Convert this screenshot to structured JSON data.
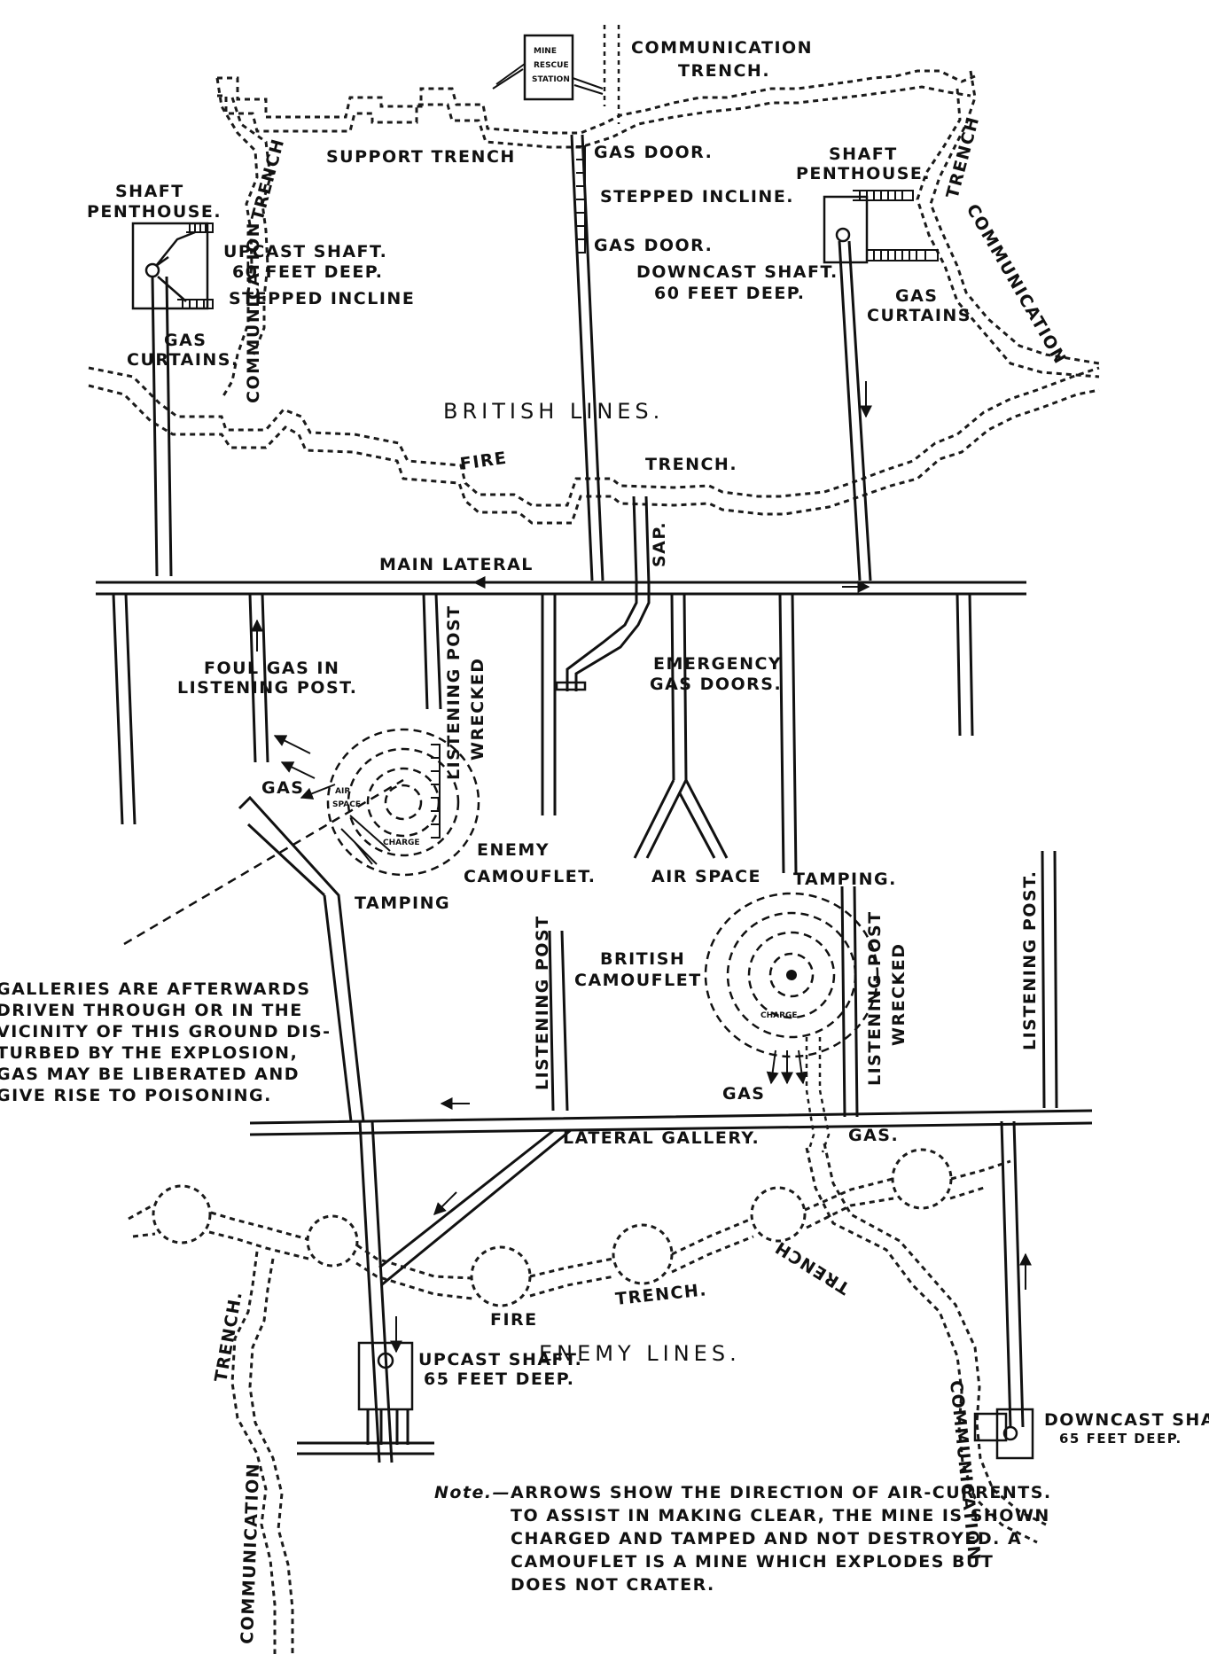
{
  "labels": {
    "mine_rescue_station": [
      "MINE",
      "RESCUE",
      "STATION"
    ],
    "communication_trench_top": [
      "COMMUNICATION",
      "TRENCH."
    ],
    "support_trench": "SUPPORT TRENCH",
    "gas_door_1": "GAS DOOR.",
    "gas_door_2": "GAS DOOR.",
    "stepped_incline_right": "STEPPED INCLINE.",
    "shaft_penthouse_left": [
      "SHAFT",
      "PENTHOUSE."
    ],
    "shaft_penthouse_right": [
      "SHAFT",
      "PENTHOUSE."
    ],
    "upcast_shaft_top": [
      "UPCAST SHAFT.",
      "60 FEET DEEP."
    ],
    "stepped_incline_left": "STEPPED INCLINE",
    "gas_curtains_left": [
      "GAS",
      "CURTAINS."
    ],
    "downcast_shaft_top": [
      "DOWNCAST SHAFT.",
      "60 FEET DEEP."
    ],
    "gas_curtains_right": [
      "GAS",
      "CURTAINS"
    ],
    "trench_left_vertical": "TRENCH",
    "communication_left_vertical": "COMMUNICATION",
    "trench_right_vertical": "TRENCH",
    "communication_right_vertical": "COMMUNICATION",
    "british_lines": "BRITISH LINES.",
    "fire": "FIRE",
    "trench_upper": "TRENCH.",
    "sap": "SAP.",
    "main_lateral": "MAIN LATERAL",
    "foul_gas": [
      "FOUL GAS IN",
      "LISTENING POST."
    ],
    "emergency_gas_doors": [
      "EMERGENCY",
      "GAS DOORS."
    ],
    "listening_post_wrecked_left": [
      "LISTENING POST",
      "WRECKED"
    ],
    "gas_left": "GAS",
    "air_space_left": [
      "AIR",
      "SPACE"
    ],
    "charge_left": "CHARGE",
    "enemy_camouflet": [
      "ENEMY",
      "CAMOUFLET."
    ],
    "tamping_left": "TAMPING",
    "air_space_right": "AIR SPACE",
    "tamping_right": "TAMPING.",
    "listening_post_left": "LISTENING POST",
    "british_camouflet": [
      "BRITISH",
      "CAMOUFLET"
    ],
    "charge_right": "CHARGE",
    "listening_post_wrecked_right": [
      "LISTENING POST",
      "WRECKED"
    ],
    "listening_post_right": "LISTENING POST.",
    "gas_right": "GAS",
    "gas_lateral": "GAS.",
    "lateral_gallery": "LATERAL GALLERY.",
    "warning_note": [
      "GALLERIES ARE AFTERWARDS",
      "DRIVEN THROUGH OR IN THE",
      "VICINITY OF THIS GROUND DIS-",
      "TURBED BY THE EXPLOSION,",
      "GAS MAY BE LIBERATED AND",
      "GIVE RISE TO POISONING."
    ],
    "fire_lower": "FIRE",
    "trench_lower": "TRENCH.",
    "enemy_lines": "ENEMY LINES.",
    "trench_lower_left": "TRENCH.",
    "communication_lower_left": "COMMUNICATION",
    "trench_lower_right": "TRENCH",
    "communication_lower_right": "COMMUNICATION",
    "downcast_shaft_bottom": [
      "DOWNCAST SHAFT",
      "65 FEET DEEP."
    ],
    "upcast_shaft_bottom": [
      "UPCAST SHAFT.",
      "65 FEET DEEP."
    ],
    "note_prefix": "Note.—",
    "note_lines": [
      "ARROWS SHOW THE DIRECTION OF AIR-CURRENTS.",
      "TO ASSIST IN MAKING CLEAR, THE MINE IS SHOWN",
      "CHARGED AND TAMPED AND NOT DESTROYED. A",
      "CAMOUFLET IS A MINE WHICH EXPLODES BUT",
      "DOES NOT CRATER."
    ]
  }
}
